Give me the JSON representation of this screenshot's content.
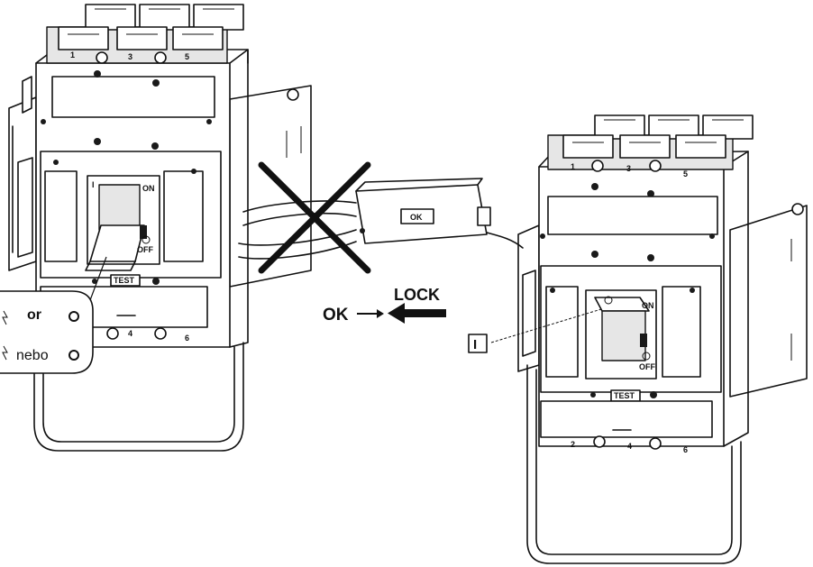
{
  "labels": {
    "ok": "OK",
    "lock": "LOCK",
    "or": "or",
    "nebo": "nebo",
    "position_i": "I",
    "test_left": "TEST",
    "test_right": "TEST",
    "on_left": "ON",
    "off_left": "OFF",
    "on_right": "ON",
    "off_right": "OFF",
    "ok_tag": "OK"
  },
  "terminals": {
    "left_top": [
      "1",
      "3",
      "5"
    ],
    "left_bottom": [
      "4",
      "6"
    ],
    "right_top": [
      "1",
      "3",
      "5"
    ],
    "right_bottom": [
      "2",
      "4",
      "6"
    ]
  },
  "icons": {
    "forbidden": "x-cross-icon",
    "arrow_ok": "arrow-right-icon",
    "arrow_lock": "arrow-left-icon"
  }
}
